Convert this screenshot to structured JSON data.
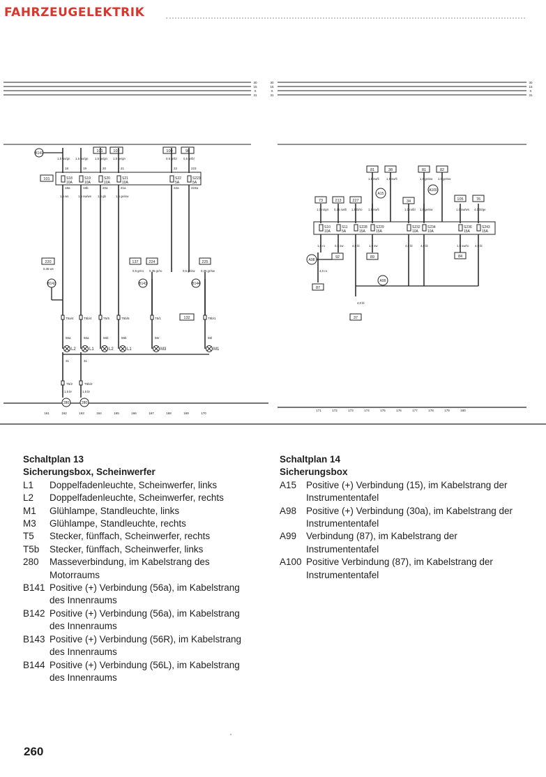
{
  "header": {
    "title": "FAHRZEUGELEKTRIK"
  },
  "schematic13": {
    "bus_labels": [
      "30",
      "15",
      "X",
      "31"
    ],
    "column_numbers": [
      "161",
      "162",
      "163",
      "164",
      "165",
      "166",
      "167",
      "168",
      "169",
      "170"
    ],
    "refs_top": [
      "B141",
      "101",
      "102",
      "100",
      "98"
    ],
    "fuses": [
      {
        "id": "S18",
        "rating": "10A"
      },
      {
        "id": "S19",
        "rating": "10A"
      },
      {
        "id": "S20",
        "rating": "10A"
      },
      {
        "id": "S21",
        "rating": "10A"
      },
      {
        "id": "S22",
        "rating": "5A"
      },
      {
        "id": "S223",
        "rating": "5A"
      }
    ],
    "fuse_box_ref": "101",
    "wire_top": [
      "1,5 ws/gn",
      "1,5 ws/gn",
      "1,5 ge/gn",
      "1,5 ge/gn",
      "0,5 gr/bl",
      "0,5 gr/bl"
    ],
    "wire_mid": [
      "1,5 ws",
      "1,5 sw/ws",
      "1,5 gb",
      "1,5 ge/sw"
    ],
    "terminals_top": [
      "18",
      "19",
      "20",
      "21",
      "22",
      "223"
    ],
    "terminals_mid": [
      "18a",
      "18b",
      "20a",
      "21a",
      "22a",
      "223a"
    ],
    "refs_mid": [
      "220",
      "137",
      "224",
      "225"
    ],
    "connections_mid": [
      "B142",
      "B143",
      "B144"
    ],
    "wire_lower": [
      "0,35 ws",
      "0,5 gr/ro",
      "0,35 gr/ro",
      "0,5 gr/sw",
      "0,35 gr/sw"
    ],
    "connectors": [
      "T5a/4",
      "T5b/4",
      "T5/5",
      "T5b/5",
      "T5/1",
      "132",
      "T5b/1"
    ],
    "connector_pins": [
      "56a",
      "56a",
      "56b",
      "56b",
      "56r",
      "56l"
    ],
    "components": [
      "L2",
      "L1",
      "L2",
      "L1",
      "M3",
      "M1"
    ],
    "ground_ref": "31",
    "bottom_connectors": [
      "T5/2",
      "T5b/2"
    ],
    "bottom_wires": [
      "1,5 br",
      "1,5 br"
    ],
    "grounds": [
      "280",
      "280"
    ]
  },
  "schematic14": {
    "bus_labels": [
      "30",
      "15",
      "X",
      "31"
    ],
    "column_numbers": [
      "171",
      "172",
      "173",
      "174",
      "175",
      "176",
      "177",
      "178",
      "179",
      "180"
    ],
    "refs_top": [
      "81",
      "38",
      "81",
      "82"
    ],
    "connections": [
      "A15",
      "A100",
      "A98",
      "A99"
    ],
    "refs_row": [
      "73",
      "213",
      "227",
      "34",
      "105",
      "76"
    ],
    "fuses": [
      {
        "id": "S10",
        "rating": "10A"
      },
      {
        "id": "S11",
        "rating": "5A"
      },
      {
        "id": "S228",
        "rating": "15A"
      },
      {
        "id": "S229",
        "rating": "15A"
      },
      {
        "id": "S232",
        "rating": "10A"
      },
      {
        "id": "S234",
        "rating": "10A"
      },
      {
        "id": "S236",
        "rating": "15A"
      },
      {
        "id": "S243",
        "rating": "15A"
      }
    ],
    "wire_top": [
      "1,5 sw/li",
      "1,5 sw/li",
      "1,0 ge/sw",
      "1,0 ge/sw"
    ],
    "wire_row": [
      "1,0 ro/gn",
      "0,35 sw/li",
      "1,5 bl/ro",
      "1,5 sw/li",
      "1,0 ro/bl",
      "1,0 ge/sw",
      "1,0 sw/ws",
      "4,0 bl/ge"
    ],
    "wire_lower": [
      "1,0 ro",
      "0,5 sw",
      "4,0 bl",
      "1,5 sw",
      "4,0 bl",
      "4,0 bl",
      "1,5 sw/ro",
      "4,0 bl"
    ],
    "refs_lower": [
      "92",
      "89",
      "84",
      "87",
      "37"
    ],
    "wire_bottom": [
      "4,0 ro",
      "4,0 bl"
    ]
  },
  "legend13": {
    "title": "Schaltplan 13",
    "subtitle": "Sicherungsbox, Scheinwerfer",
    "items": [
      {
        "code": "L1",
        "desc": "Doppelfadenleuchte, Scheinwerfer, links"
      },
      {
        "code": "L2",
        "desc": "Doppelfadenleuchte, Scheinwerfer, rechts"
      },
      {
        "code": "M1",
        "desc": "Glühlampe, Standleuchte, links"
      },
      {
        "code": "M3",
        "desc": "Glühlampe, Standleuchte, rechts"
      },
      {
        "code": "T5",
        "desc": "Stecker, fünffach, Scheinwerfer, rechts"
      },
      {
        "code": "T5b",
        "desc": "Stecker, fünffach, Scheinwerfer, links"
      },
      {
        "code": "280",
        "desc": "Masseverbindung, im Kabelstrang des Motorraums"
      },
      {
        "code": "B141",
        "desc": "Positive (+) Verbindung (56a), im Kabelstrang des Innenraums"
      },
      {
        "code": "B142",
        "desc": "Positive (+) Verbindung (56a), im Kabelstrang des Innenraums"
      },
      {
        "code": "B143",
        "desc": "Positive (+) Verbindung (56R), im Kabelstrang des Innenraums"
      },
      {
        "code": "B144",
        "desc": "Positive (+) Verbindung (56L), im Kabelstrang des Innenraums"
      }
    ]
  },
  "legend14": {
    "title": "Schaltplan 14",
    "subtitle": "Sicherungsbox",
    "items": [
      {
        "code": "A15",
        "desc": "Positive (+) Verbindung (15), im Kabelstrang der Instrumententafel"
      },
      {
        "code": "A98",
        "desc": "Positive (+) Verbindung (30a), im Kabelstrang der Instrumententafel"
      },
      {
        "code": "A99",
        "desc": "Verbindung (87), im Kabelstrang der Instrumententafel"
      },
      {
        "code": "A100",
        "desc": "Positive Verbindung (87), im Kabelstrang der Instrumententafel"
      }
    ]
  },
  "page": {
    "number": "260"
  }
}
